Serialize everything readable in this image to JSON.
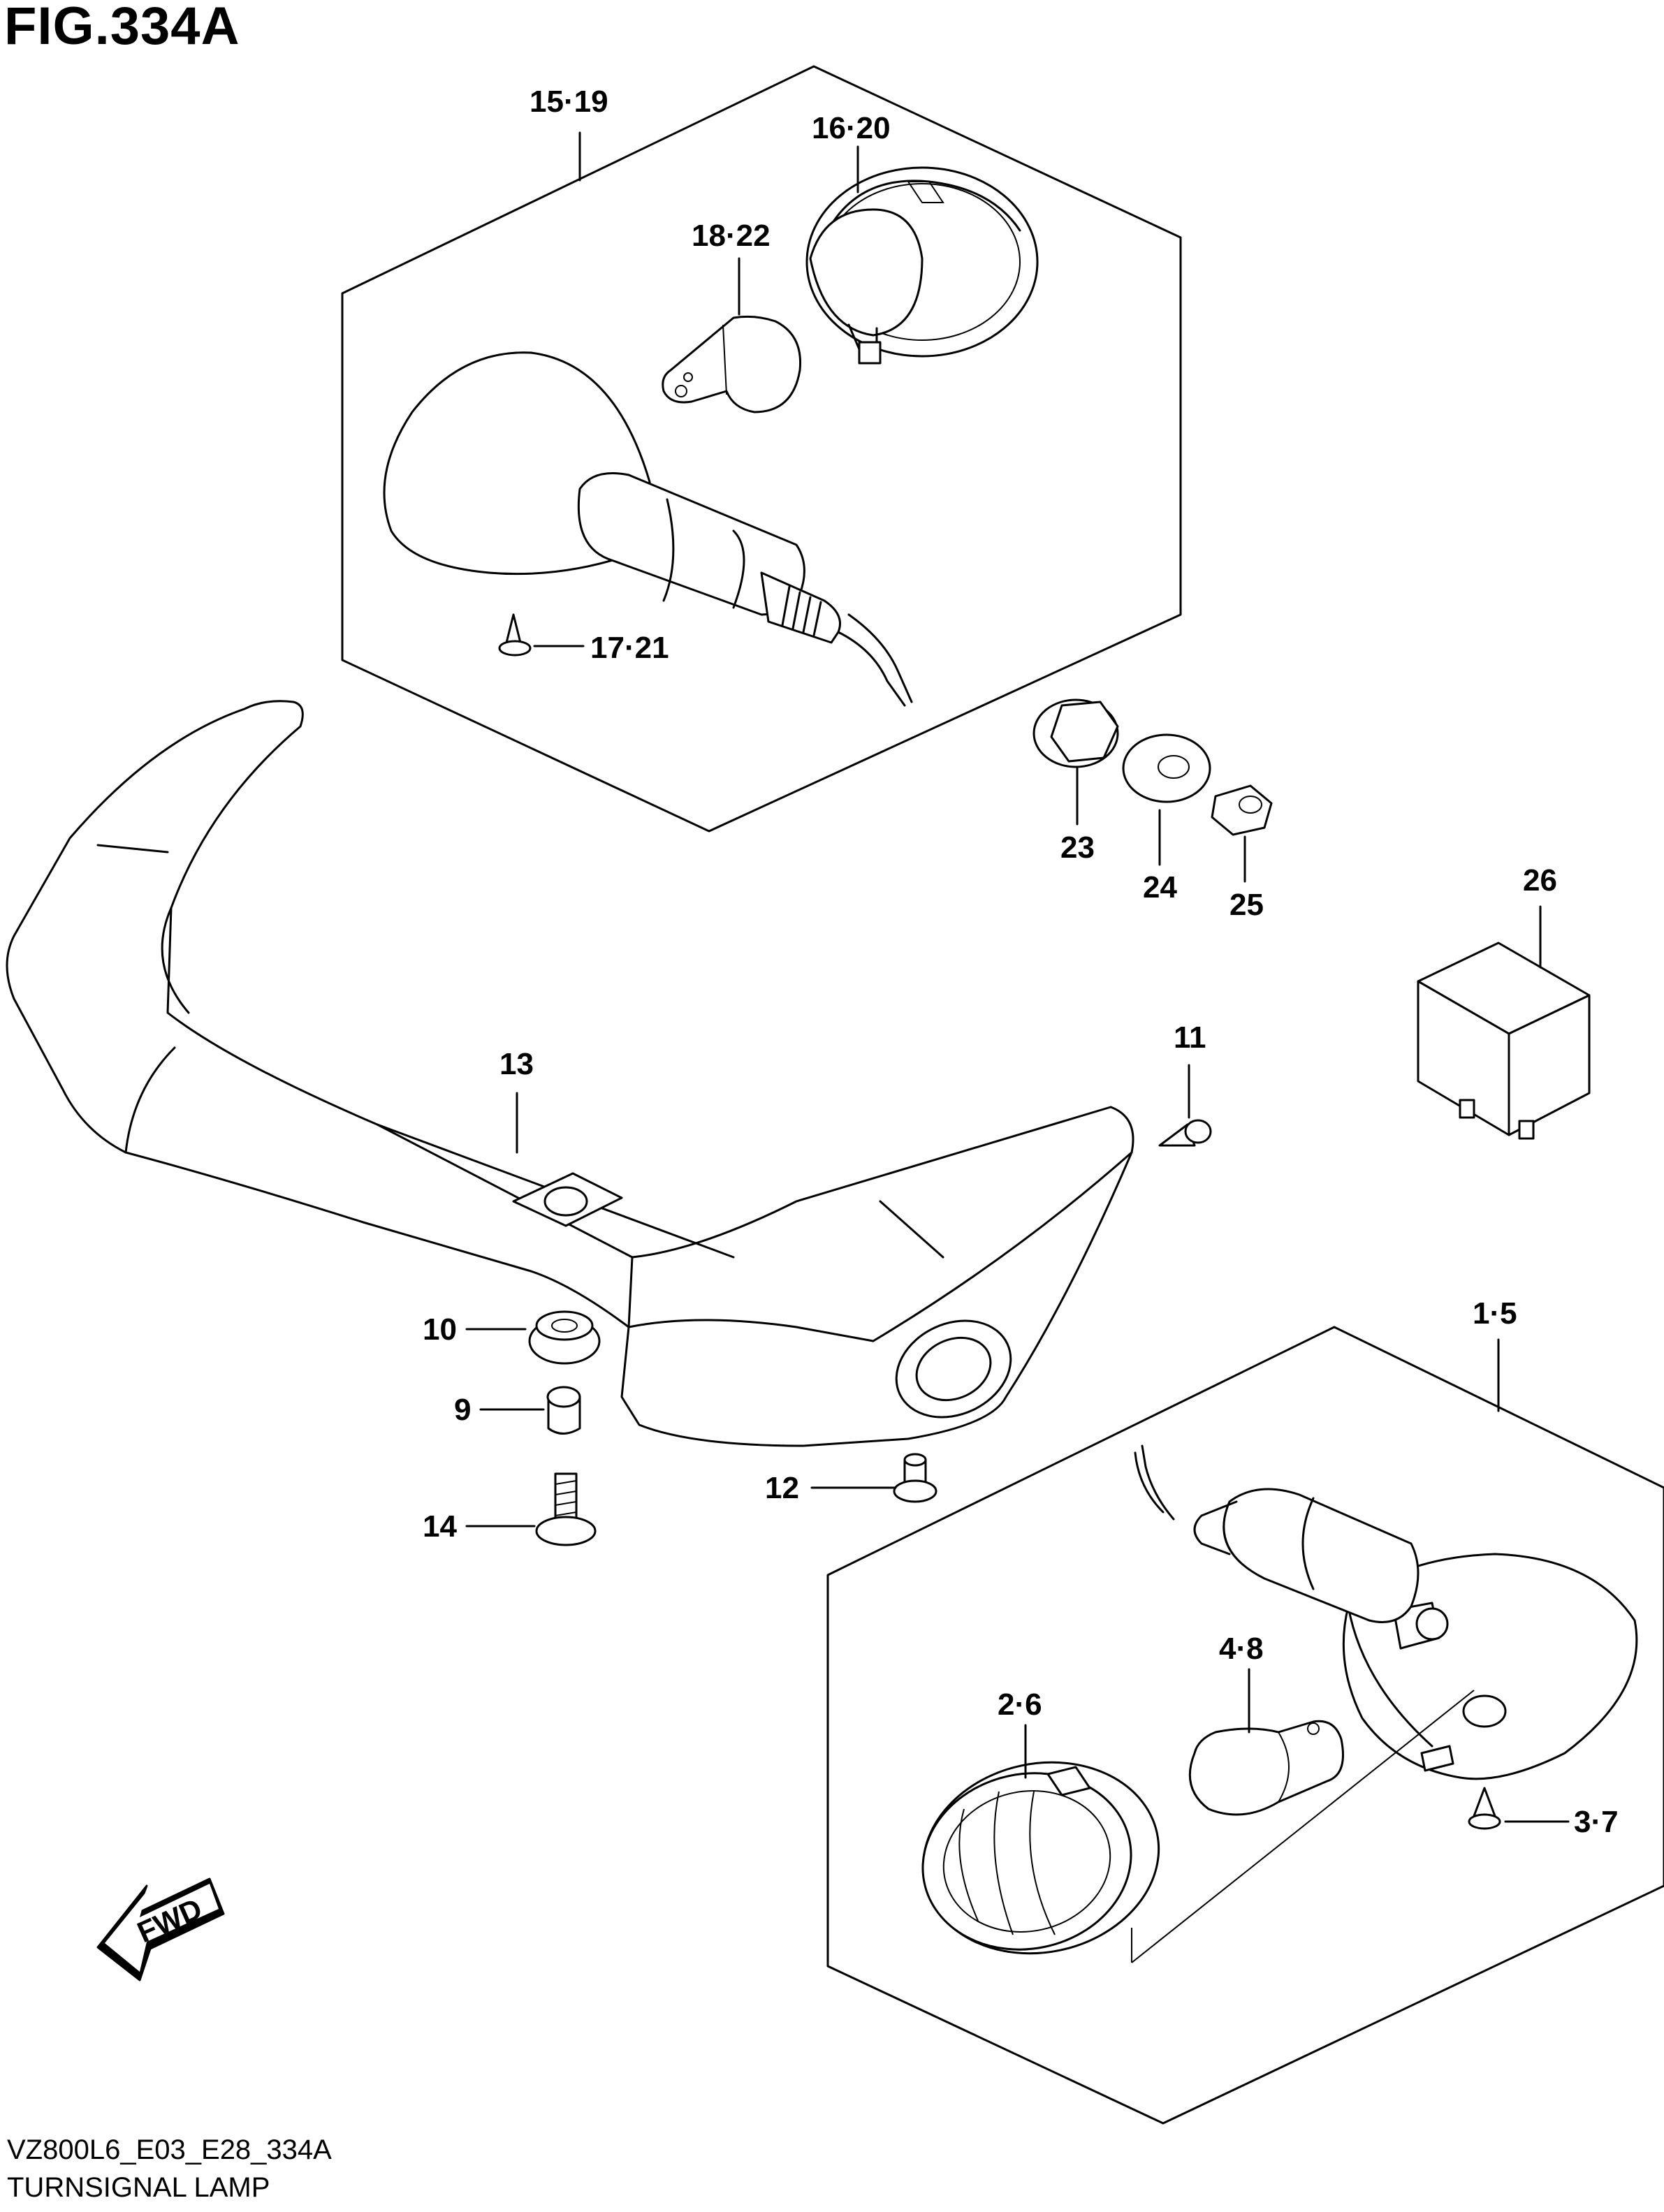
{
  "figure": {
    "title": "FIG.334A",
    "code": "VZ800L6_E03_E28_334A",
    "name": "TURNSIGNAL LAMP",
    "fwd_label": "FWD"
  },
  "callouts": [
    {
      "id": "c-15-19",
      "label": "15·19"
    },
    {
      "id": "c-16-20",
      "label": "16·20"
    },
    {
      "id": "c-18-22",
      "label": "18·22"
    },
    {
      "id": "c-17-21",
      "label": "17·21"
    },
    {
      "id": "c-23",
      "label": "23"
    },
    {
      "id": "c-24",
      "label": "24"
    },
    {
      "id": "c-25",
      "label": "25"
    },
    {
      "id": "c-26",
      "label": "26"
    },
    {
      "id": "c-11",
      "label": "11"
    },
    {
      "id": "c-13",
      "label": "13"
    },
    {
      "id": "c-10",
      "label": "10"
    },
    {
      "id": "c-9",
      "label": "9"
    },
    {
      "id": "c-14",
      "label": "14"
    },
    {
      "id": "c-12",
      "label": "12"
    },
    {
      "id": "c-1-5",
      "label": "1·5"
    },
    {
      "id": "c-4-8",
      "label": "4·8"
    },
    {
      "id": "c-2-6",
      "label": "2·6"
    },
    {
      "id": "c-3-7",
      "label": "3·7"
    }
  ],
  "colors": {
    "line": "#000000",
    "background": "#ffffff"
  }
}
